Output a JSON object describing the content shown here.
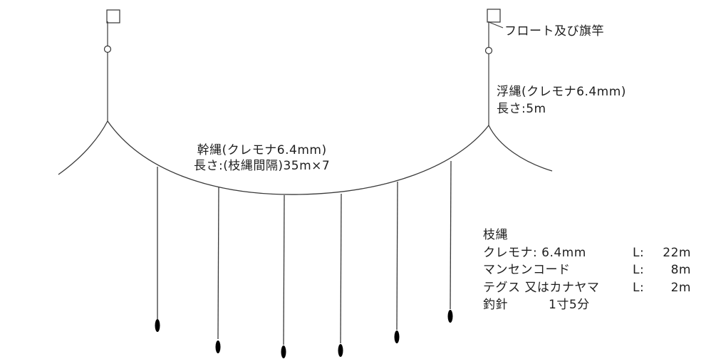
{
  "labels": {
    "float_and_flagpole": "フロート及び旗竿",
    "float_rope_title": "浮縄(クレモナ6.4mm)",
    "float_rope_length": "長さ:5m",
    "main_rope_title": "幹縄(クレモナ6.4mm)",
    "main_rope_length": "長さ:(枝縄間隔)35m×7"
  },
  "branch_line_spec": {
    "heading": "枝縄",
    "rows": [
      {
        "material": "クレモナ: 6.4mm",
        "length_label": "L:",
        "length": "22m"
      },
      {
        "material": "マンセンコード",
        "length_label": "L:",
        "length": "8m"
      },
      {
        "material": "テグス 又はカナヤマ",
        "length_label": "L:",
        "length": "2m"
      }
    ],
    "hook_label": "釣針",
    "hook_size": "1寸5分"
  },
  "colors": {
    "water_surface": "#8fa3ee",
    "line": "#3a3a3a",
    "hook": "#000000"
  },
  "icons": {
    "flag": "flag-icon",
    "float": "float-icon",
    "hook": "hook-icon"
  }
}
